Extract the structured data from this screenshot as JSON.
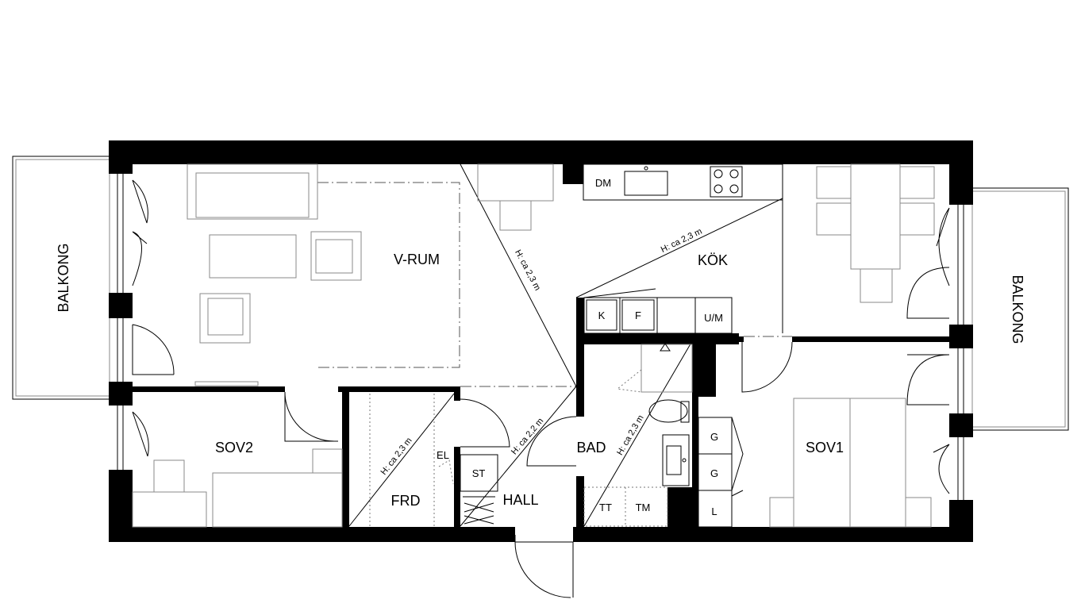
{
  "rooms": {
    "vardagsrum": "V-RUM",
    "kok": "KÖK",
    "sovrum1": "SOV1",
    "sovrum2": "SOV2",
    "bad": "BAD",
    "hall": "HALL",
    "forrad": "FRD"
  },
  "balconies": {
    "left": "BALKONG",
    "right": "BALKONG"
  },
  "fixtures": {
    "diskmaskin": "DM",
    "kyl": "K",
    "frys": "F",
    "ugn_mikro": "U/M",
    "elcentral": "EL",
    "stad": "ST",
    "tvattmaskin": "TT",
    "torktumlare": "TM",
    "garderob_1": "G",
    "garderob_2": "G",
    "linneskap": "L"
  },
  "heights": {
    "vardagsrum": "H: ca 2,3 m",
    "kok": "H: ca 2,3 m",
    "hall": "H: ca 2,2 m",
    "bad": "H: ca 2,3 m",
    "forrad": "H: ca 2,3 m"
  },
  "colors": {
    "wall": "#000000",
    "line": "#000000",
    "furniture": "#8a8a8a",
    "background": "#ffffff"
  }
}
